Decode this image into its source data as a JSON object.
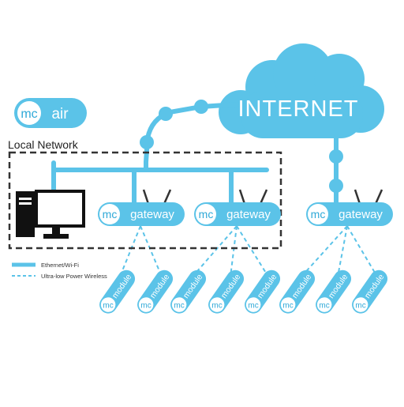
{
  "colors": {
    "accent": "#5bc3e8",
    "accent_dark": "#2fa9d8",
    "pill_border": "#3bb3e0",
    "mc_circle_bg": "#ffffff",
    "text_dark": "#222222",
    "box_dash": "#333333",
    "computer": "#111111"
  },
  "badge": {
    "mc": "mc",
    "label": "air"
  },
  "local_network_label": "Local Network",
  "cloud_label": "INTERNET",
  "gateways": [
    {
      "mc": "mc",
      "label": "gateway"
    },
    {
      "mc": "mc",
      "label": "gateway"
    },
    {
      "mc": "mc",
      "label": "gateway"
    }
  ],
  "modules": [
    {
      "mc": "mc",
      "label": "module"
    },
    {
      "mc": "mc",
      "label": "module"
    },
    {
      "mc": "mc",
      "label": "module"
    },
    {
      "mc": "mc",
      "label": "module"
    },
    {
      "mc": "mc",
      "label": "module"
    },
    {
      "mc": "mc",
      "label": "module"
    },
    {
      "mc": "mc",
      "label": "module"
    },
    {
      "mc": "mc",
      "label": "module"
    }
  ],
  "legend": {
    "ethernet": "Ethernet/Wi-Fi",
    "wireless": "Ultra-low Power Wireless"
  }
}
